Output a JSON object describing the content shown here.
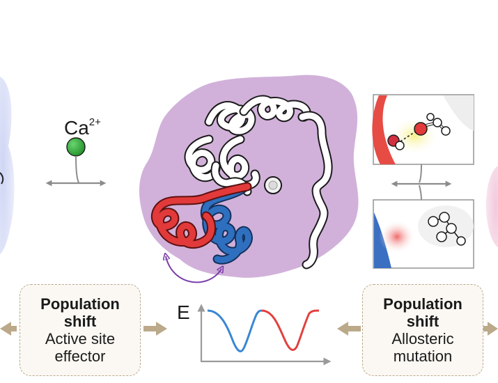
{
  "ion": {
    "symbol": "Ca",
    "charge": "2+",
    "color": "#2fb33a"
  },
  "left_box": {
    "line1": "Population",
    "line2": "shift",
    "line3": "Active site",
    "line4": "effector"
  },
  "right_box": {
    "line1": "Population",
    "line2": "shift",
    "line3": "Allosteric",
    "line4": "mutation"
  },
  "energy_plot": {
    "axis_label": "E",
    "left_well_color": "#3a86d4",
    "right_well_color": "#e0413f"
  },
  "colors": {
    "surface_purple": "#c9a3d3",
    "conformer_red": "#e23a3a",
    "conformer_blue": "#2f6fbf",
    "transition_arrow": "#7a3fa8",
    "box_arrow": "#bba98a",
    "gray_arrow": "#8c8c8c"
  }
}
